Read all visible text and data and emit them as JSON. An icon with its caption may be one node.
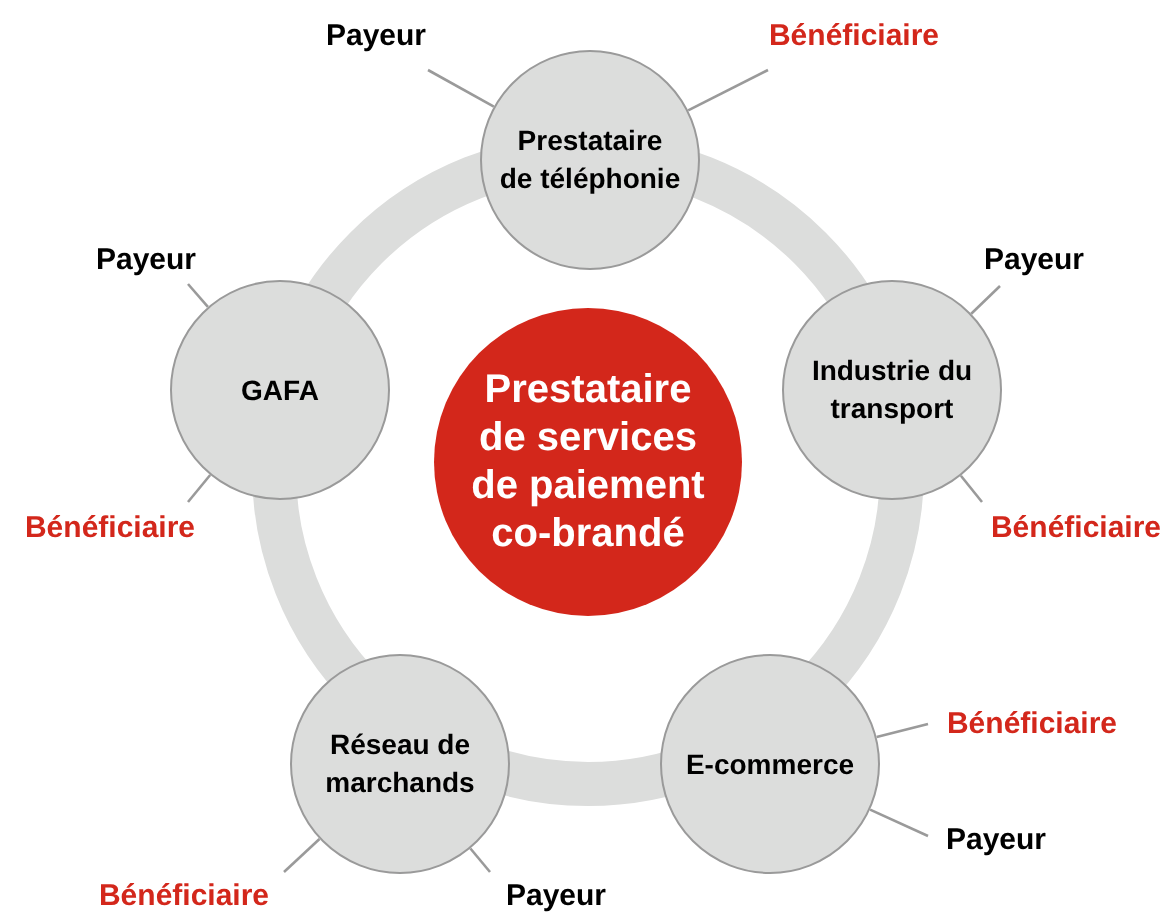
{
  "diagram": {
    "nodes": [
      {
        "text": [
          "Payeur"
        ]
      },
      {
        "text": [
          "Bénéficiaire"
        ]
      },
      {
        "text": [
          "Prestataire de téléphonie"
        ]
      },
      {
        "text": [
          "Payeur"
        ]
      },
      {
        "text": [
          "Payeur"
        ]
      },
      {
        "text": [
          "GAFA"
        ]
      },
      {
        "text": [
          "Prestataire de services de paiement co-brandé"
        ]
      },
      {
        "text": [
          "Industrie du transport"
        ]
      },
      {
        "text": [
          "Bénéficiaire"
        ]
      },
      {
        "text": [
          "Bénéficiaire"
        ]
      },
      {
        "text": [
          "Bénéficiaire"
        ]
      },
      {
        "text": [
          "Réseau de marchands"
        ]
      },
      {
        "text": [
          "E-commerce"
        ]
      },
      {
        "text": [
          "Payeur"
        ]
      },
      {
        "text": [
          "Bénéficiaire"
        ]
      },
      {
        "text": [
          "Payeur"
        ]
      }
    ],
    "edges": [
      {
        "from": 0,
        "to": 2,
        "arrow": "none"
      },
      {
        "from": 1,
        "to": 2,
        "arrow": "none"
      },
      {
        "from": 3,
        "to": 5,
        "arrow": "none"
      },
      {
        "from": 4,
        "to": 7,
        "arrow": "none"
      },
      {
        "from": 8,
        "to": 5,
        "arrow": "none"
      },
      {
        "from": 9,
        "to": 7,
        "arrow": "none"
      },
      {
        "from": 10,
        "to": 12,
        "arrow": "none"
      },
      {
        "from": 13,
        "to": 12,
        "arrow": "none"
      },
      {
        "from": 14,
        "to": 11,
        "arrow": "none"
      },
      {
        "from": 15,
        "to": 11,
        "arrow": "none"
      }
    ]
  }
}
